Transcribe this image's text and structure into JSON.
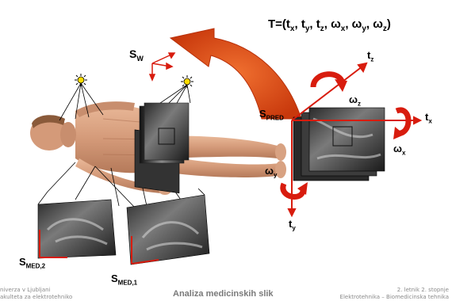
{
  "transform": {
    "prefix": "T=(t",
    "parts": [
      {
        "base": "t",
        "sub": "x"
      },
      {
        "base": "t",
        "sub": "y"
      },
      {
        "base": "t",
        "sub": "z"
      },
      {
        "base": "ω",
        "sub": "x"
      },
      {
        "base": "ω",
        "sub": "y"
      },
      {
        "base": "ω",
        "sub": "z"
      }
    ]
  },
  "labels": {
    "sw_base": "S",
    "sw_sub": "W",
    "spred_base": "S",
    "spred_sub": "PRED",
    "tz_base": "t",
    "tz_sub": "z",
    "wz_base": "ω",
    "wz_sub": "z",
    "tx_base": "t",
    "tx_sub": "x",
    "wx_base": "ω",
    "wx_sub": "x",
    "wy_base": "ω",
    "wy_sub": "y",
    "ty_base": "t",
    "ty_sub": "y",
    "smed2_base": "S",
    "smed2_sub": "MED,2",
    "smed1_base": "S",
    "smed1_sub": "MED,1"
  },
  "footer": {
    "left_line1": "niverza v Ljubljani",
    "left_line2": "akulteta za elektrotehniko",
    "center": "Analiza medicinskih slik",
    "right_line1": "2. letnik 2. stopnje",
    "right_line2": "Elektrotehnika – Biomedicinska tehnika"
  },
  "colors": {
    "red": "#d81c0e",
    "arrow_fill": "#e0461a",
    "footer_gray": "#8a8a8a"
  }
}
